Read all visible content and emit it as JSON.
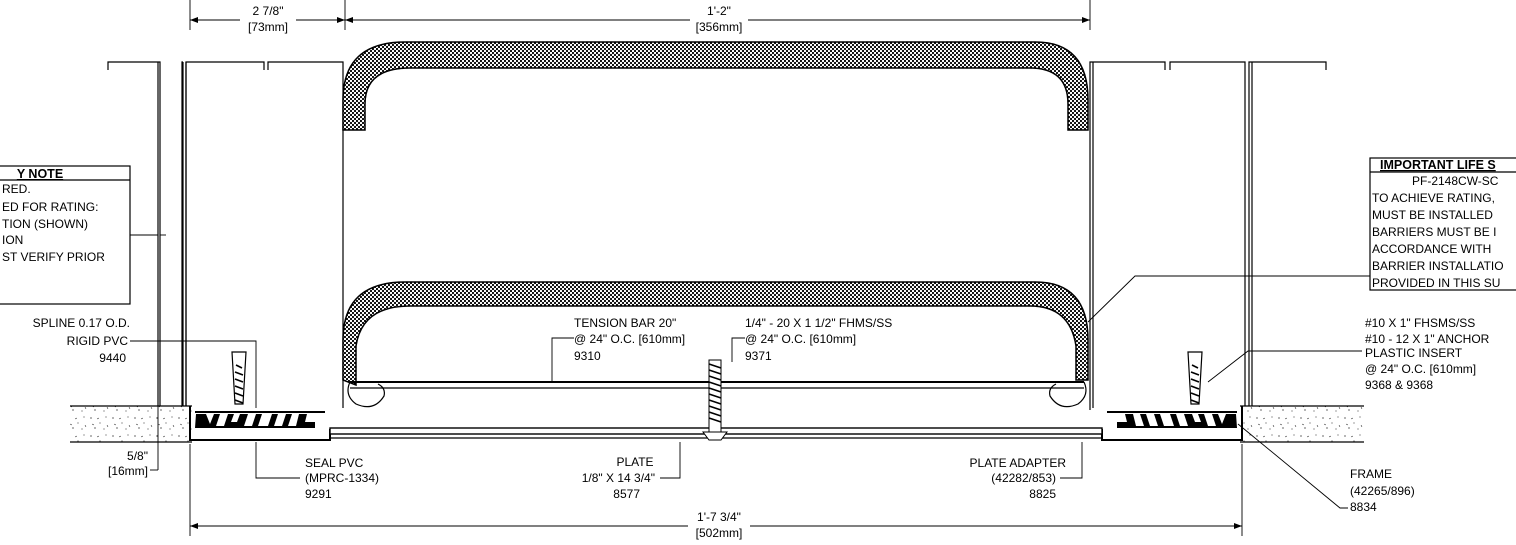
{
  "dimensions": {
    "top_left": [
      "2 7/8\"",
      "[73mm]"
    ],
    "top_center": [
      "1'-2\"",
      "[356mm]"
    ],
    "bottom": [
      "1'-7 3/4\"",
      "[502mm]"
    ],
    "left_depth": [
      "5/8\"",
      "[16mm]"
    ]
  },
  "left_note": {
    "title": "Y NOTE",
    "lines": [
      "RED.",
      "ED FOR RATING:",
      "TION (SHOWN)",
      "ION",
      "ST VERIFY PRIOR"
    ]
  },
  "right_note": {
    "title": "IMPORTANT LIFE S",
    "lines": [
      "PF-2148CW-SC",
      "TO ACHIEVE RATING,",
      "MUST BE INSTALLED",
      "BARRIERS MUST BE I",
      "ACCORDANCE WITH",
      "BARRIER INSTALLATIO",
      "PROVIDED IN THIS SU"
    ]
  },
  "callouts": {
    "spline": [
      "SPLINE  0.17 O.D.",
      "RIGID PVC",
      "9440"
    ],
    "tension_bar": [
      "TENSION BAR 20\"",
      "@ 24\" O.C. [610mm]",
      "9310"
    ],
    "fhms": [
      "1/4\" - 20  X 1 1/2\" FHMS/SS",
      "@ 24\" O.C. [610mm]",
      "9371"
    ],
    "anchor": [
      "#10 X 1\" FHSMS/SS",
      "#10 - 12 X 1\" ANCHOR",
      "PLASTIC INSERT",
      "@ 24\" O.C. [610mm]",
      "9368 & 9368"
    ],
    "seal": [
      "SEAL PVC",
      "(MPRC-1334)",
      "9291"
    ],
    "plate": [
      "PLATE",
      "1/8\" X 14 3/4\"",
      "8577"
    ],
    "plate_adapter": [
      "PLATE ADAPTER",
      "(42282/853)",
      "8825"
    ],
    "frame": [
      "FRAME",
      "(42265/896)",
      "8834"
    ]
  }
}
